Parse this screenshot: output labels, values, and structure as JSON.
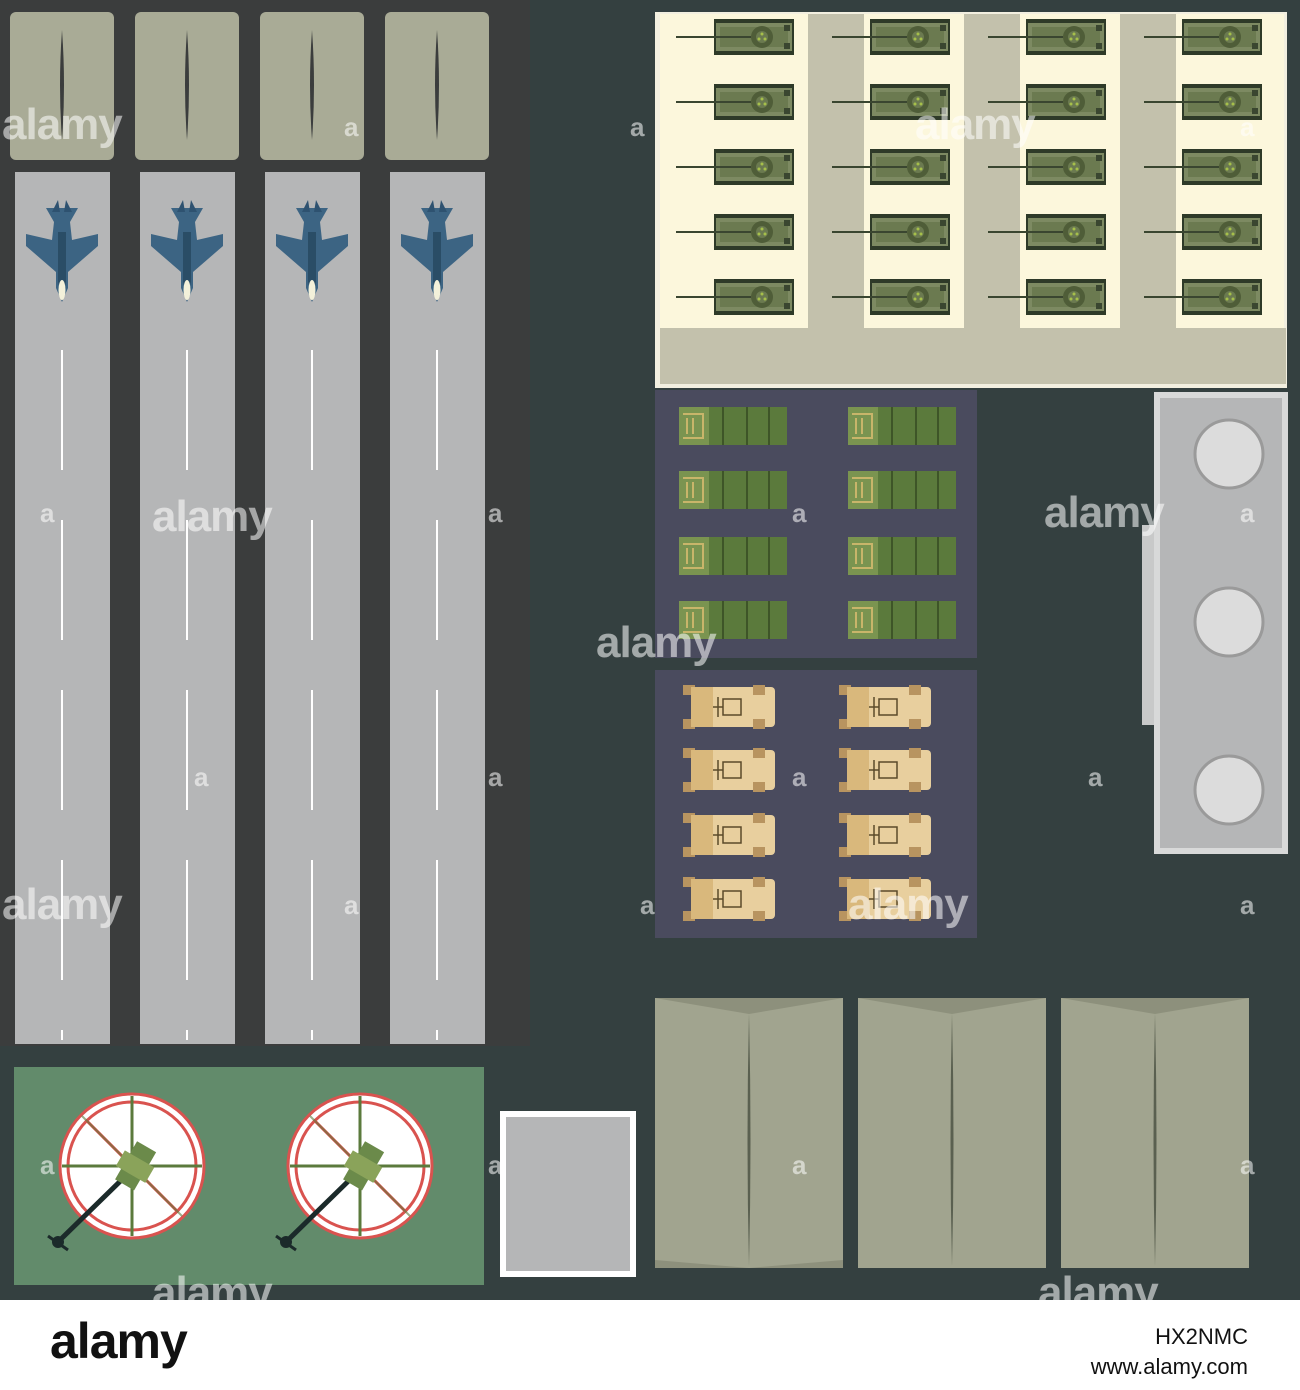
{
  "colors": {
    "ground": "#344040",
    "runway_strip": "#3b3d3d",
    "runway": "#b5b6b7",
    "hangar_pad": "#a9ab96",
    "tank_lot": "#fcf7dc",
    "tank_lot_floor": "#c3c1ac",
    "parking_lot": "#4a4b5e",
    "helipad_area": "#628b6b",
    "tent": "#a1a48f",
    "tank": "#6b7a50",
    "truck": "#5b7a3c",
    "jeep": "#e8cf9e",
    "jet": "#3c6483"
  },
  "icons": {
    "jet": "fighter-jet-icon",
    "tank": "tank-icon",
    "truck": "missile-truck-icon",
    "jeep": "armored-car-icon",
    "helicopter": "attack-helicopter-icon",
    "helipad": "helipad-icon",
    "hangar": "hangar-icon",
    "silo": "storage-silo-icon"
  },
  "counts": {
    "hangars": 4,
    "runways": 4,
    "jets": 4,
    "tanks": 20,
    "trucks": 8,
    "jeeps": 8,
    "helipads": 2,
    "helicopters": 2,
    "silos": 3,
    "tents": 3
  },
  "watermark": {
    "text": "alamy",
    "mark": "a"
  },
  "footer": {
    "logo": "alamy",
    "image_id": "HX2NMC",
    "site": "www.alamy.com"
  }
}
